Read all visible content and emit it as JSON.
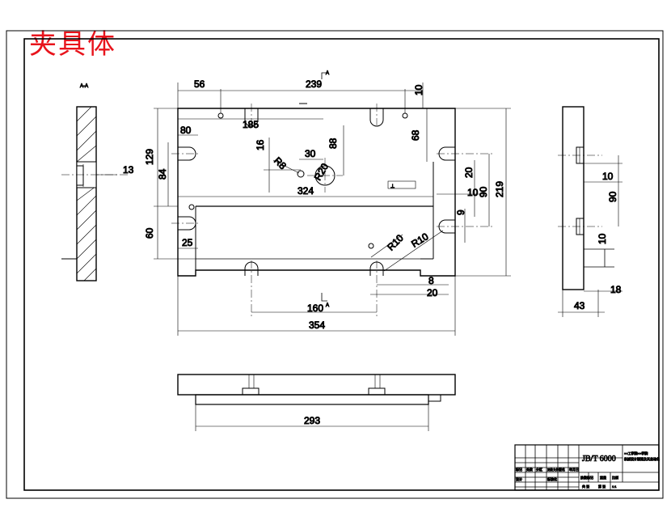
{
  "title": "夹具体",
  "section_marks": {
    "top_a": "A",
    "bottom_a": "A",
    "left_view": "A-A"
  },
  "front_view": {
    "dims": {
      "d56": "56",
      "d239": "239",
      "d10a": "10",
      "d185": "185",
      "d80": "80",
      "d16": "16",
      "d30": "30",
      "d88": "88",
      "d68": "68",
      "r8": "R8",
      "r20": "R20",
      "d324": "324",
      "d129": "129",
      "d84": "84",
      "d60": "60",
      "d25": "25",
      "d20a": "20",
      "d10b": "10",
      "d90": "90",
      "d219": "219",
      "d9": "9",
      "r10a": "R10",
      "r10b": "R10",
      "d8": "8",
      "d20b": "20",
      "d160": "160",
      "d354": "354"
    },
    "datum_label": "⊥"
  },
  "left_view": {
    "dims": {
      "d13": "13"
    }
  },
  "right_view": {
    "dims": {
      "d10a": "10",
      "d90": "90",
      "d10b": "10",
      "d18": "18",
      "d43": "43"
    }
  },
  "bottom_view": {
    "dims": {
      "d293": "293"
    }
  },
  "title_block": {
    "standard": "JB/T 6000",
    "company_line1": "××工学院××学院",
    "company_line2": "机械设计制造及其自动化",
    "row_labels": [
      "标记",
      "处数",
      "分区",
      "更改文件号",
      "签名",
      "年月日"
    ],
    "design": "设计",
    "standardize": "标准化",
    "stage_mark": "阶段标记",
    "weight": "重量",
    "scale": "比例",
    "scale_value": "1:1",
    "sheets": "共 张",
    "sheet": "第 张"
  }
}
